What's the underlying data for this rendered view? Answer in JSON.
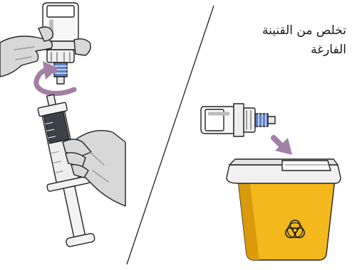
{
  "instruction": {
    "line1": "تخلص من القنينة",
    "line2": "الفارغة"
  },
  "colors": {
    "skin": "#d8d8d8",
    "skin_shadow": "#bdbdbd",
    "outline": "#222222",
    "arrow_purple": "#a37fa6",
    "vial_blue": "#5b7fc9",
    "container_yellow": "#f2b81c",
    "container_shade": "#d99a0c",
    "container_lid": "#f1f1f1",
    "syringe_barrel": "#eeeeee",
    "medicine_dark": "#3c4048"
  },
  "icons": {
    "rotate_arrow": "curved-rotate-arrow",
    "drop_arrow": "down-right-arrow",
    "hazard_symbol": "biohazard-icon"
  }
}
